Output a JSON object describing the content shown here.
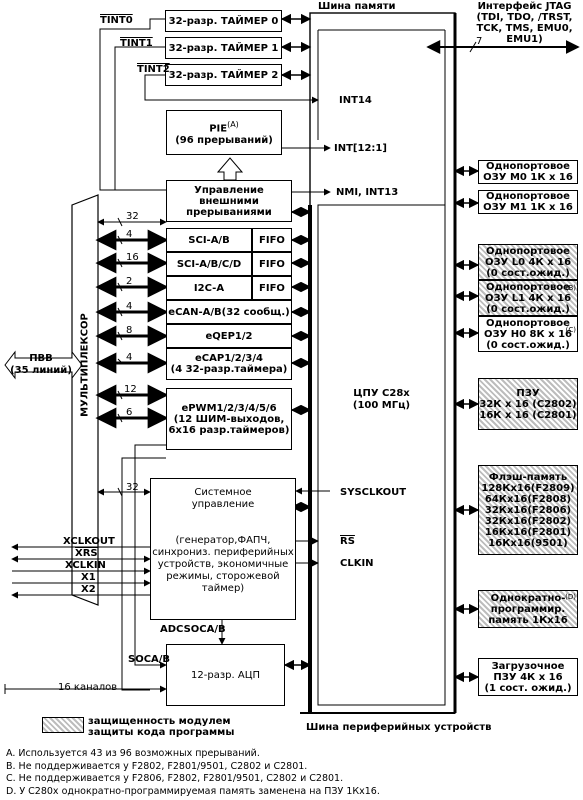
{
  "buses": {
    "memory": "Шина памяти",
    "peripheral": "Шина периферийных устройств"
  },
  "jtag": {
    "lines": [
      "Интерфейс JTAG",
      "(TDI, TDO, /TRST,",
      "TCK, TMS, EMU0,",
      "EMU1)"
    ],
    "width": "7"
  },
  "timers": [
    {
      "label": "32-разр. ТАЙМЕР 0",
      "signal": "TINT0"
    },
    {
      "label": "32-разр. ТАЙМЕР 1",
      "signal": "TINT1"
    },
    {
      "label": "32-разр. ТАЙМЕР 2",
      "signal": "TINT2"
    }
  ],
  "interrupts": {
    "int14": "INT14",
    "int12": "INT[12:1]",
    "nmi": "NMI, INT13"
  },
  "pie": {
    "title": "PIE",
    "sup": "(A)",
    "sub": "(96 прерываний)"
  },
  "ext_int": [
    "Управление",
    "внешними",
    "прерываниями"
  ],
  "peripherals": {
    "sci_ab": "SCI-A/B",
    "sci_abcd": "SCI-A/B/C/D",
    "i2c": "I2C-A",
    "fifo": "FIFO",
    "ecan": "eCAN-A/B(32 сообщ.)",
    "eqep": "eQEP1/2",
    "ecap": [
      "eCAP1/2/3/4",
      "(4 32-разр.таймера)"
    ],
    "epwm": [
      "ePWM1/2/3/4/5/6",
      "(12 ШИМ-выходов,",
      "6х16 разр.таймеров)"
    ]
  },
  "bus_widths": [
    "32",
    "4",
    "16",
    "2",
    "4",
    "8",
    "4",
    "12",
    "6"
  ],
  "mux": {
    "label": "МУЛЬТИПЛЕКСОР"
  },
  "gpio": {
    "line1": "ПВВ",
    "line2": "(35 линий)"
  },
  "cpu": {
    "line1": "ЦПУ С28х",
    "line2": "(100 МГц)"
  },
  "system": {
    "lines": [
      "Системное",
      "управление",
      "",
      "(генератор,ФАПЧ,",
      "синхрониз. периферийных",
      "устройств, экономичные",
      "режимы, сторожевой",
      "таймер)"
    ],
    "bus": "32",
    "sysclkout": "SYSCLKOUT",
    "rs": "RS",
    "clkin": "CLKIN",
    "pins": [
      "XCLKOUT",
      "XRS",
      "XCLKIN",
      "X1",
      "X2"
    ]
  },
  "adc": {
    "label": "12-разр. АЦП",
    "adcsoca": "ADCSOCA/B",
    "soca": "SOCA/B",
    "channels": "16 каналов"
  },
  "memory": [
    {
      "lines": [
        "Однопортовое",
        "ОЗУ М0 1К х 16"
      ],
      "note": "",
      "hatched": false
    },
    {
      "lines": [
        "Однопортовое",
        "ОЗУ М1 1К х 16"
      ],
      "note": "",
      "hatched": false
    },
    {
      "lines": [
        "Однопортовое",
        "ОЗУ L0 4К х 16",
        "(0 сост.ожид.)"
      ],
      "note": "",
      "hatched": true
    },
    {
      "lines": [
        "Однопортовое",
        "ОЗУ L1 4К х 16",
        "(0 сост.ожид.)"
      ],
      "note": "(B)",
      "hatched": true
    },
    {
      "lines": [
        "Однопортовое",
        "ОЗУ H0 8К х 16",
        "(0 сост.ожид.)"
      ],
      "note": "(C)",
      "hatched": false
    },
    {
      "lines": [
        "ПЗУ",
        "32К х 16 (С2802)",
        "16К х 16 (С2801)"
      ],
      "note": "",
      "hatched": true
    },
    {
      "lines": [
        "Флэш-память",
        "128Кх16(F2809)",
        "64Кх16(F2808)",
        "32Кх16(F2806)",
        "32Кх16(F2802)",
        "16Кх16(F2801)",
        "16Кх16(9501)"
      ],
      "note": "",
      "hatched": true
    },
    {
      "lines": [
        "Однократно-",
        "программир.",
        "память 1Кх16"
      ],
      "note": "(D)",
      "hatched": true
    },
    {
      "lines": [
        "Загрузочное",
        "ПЗУ 4К х 16",
        "(1 сост. ожид.)"
      ],
      "note": "",
      "hatched": false
    }
  ],
  "legend": {
    "lines": [
      "защищенность модулем",
      "защиты кода программы"
    ]
  },
  "notes": [
    "A. Используется 43 из 96 возможных прерываний.",
    "B. Не поддерживается у F2802, F2801/9501, C2802 и C2801.",
    "C. Не поддерживается у F2806, F2802, F2801/9501, C2802 и C2801.",
    "D. У C280x однократно-программируемая память заменена на ПЗУ 1Кх16."
  ]
}
